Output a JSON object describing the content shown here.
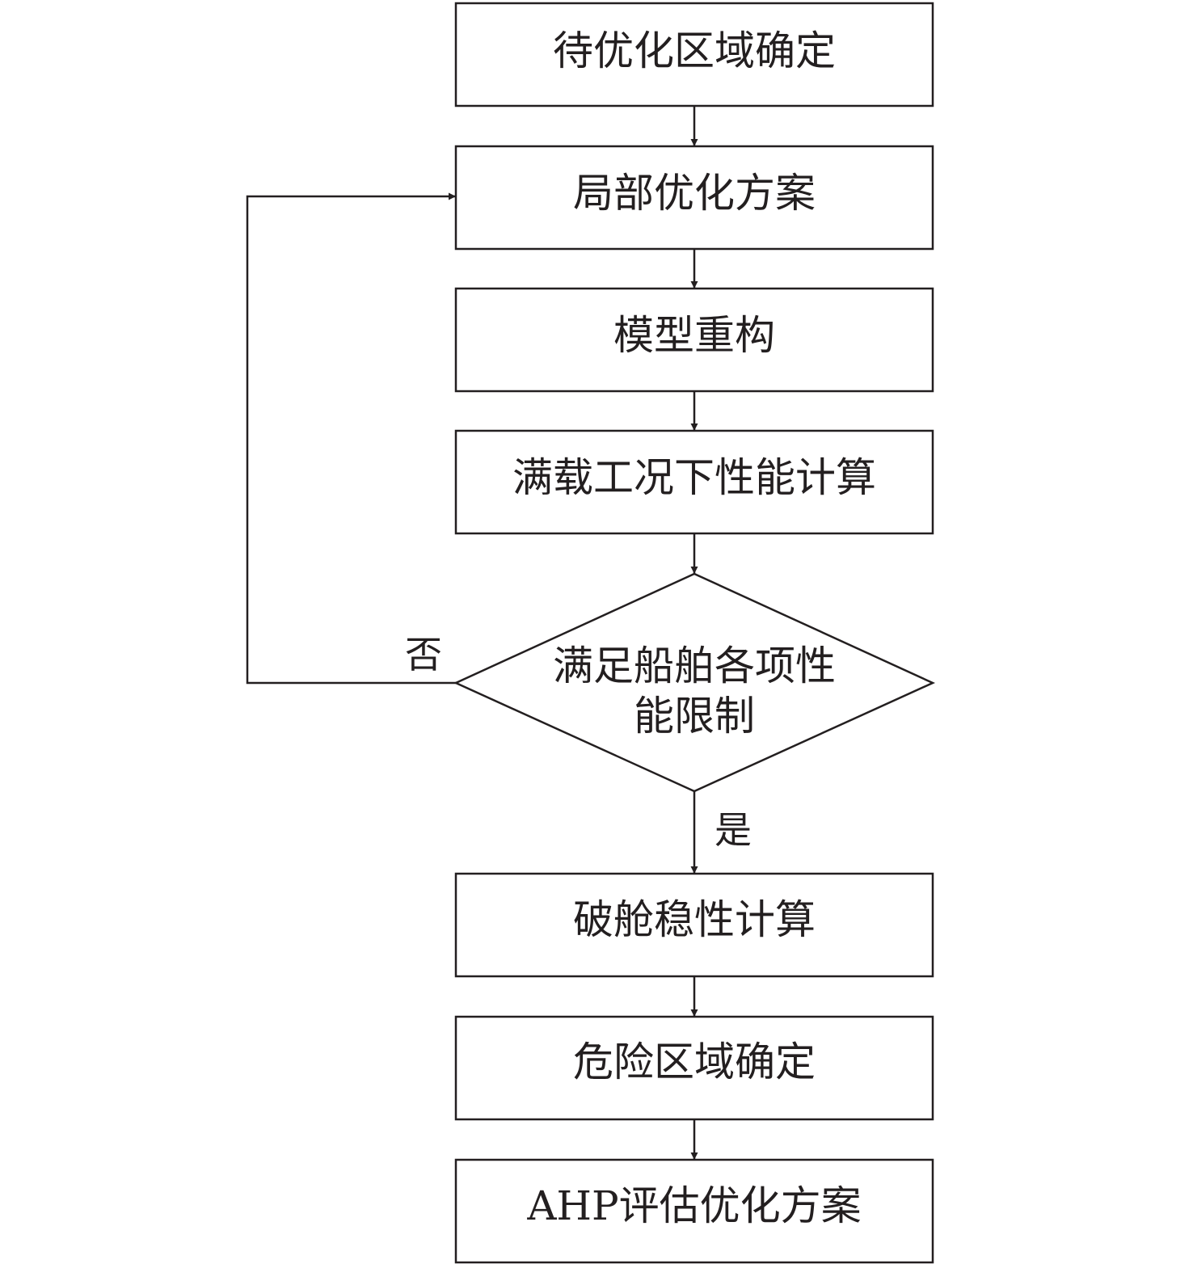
{
  "flowchart": {
    "steps": [
      {
        "id": "determine-region",
        "label": "待优化区域确定"
      },
      {
        "id": "local-plan",
        "label": "局部优化方案"
      },
      {
        "id": "model-rebuild",
        "label": "模型重构"
      },
      {
        "id": "full-load-calc",
        "label": "满载工况下性能计算"
      },
      {
        "id": "damage-stability-calc",
        "label": "破舱稳性计算"
      },
      {
        "id": "danger-region",
        "label": "危险区域确定"
      },
      {
        "id": "ahp-evaluation",
        "label": "AHP评估优化方案"
      }
    ],
    "decision": {
      "line1": "满足船舶各项性",
      "line2": "能限制"
    },
    "branches": {
      "no": "否",
      "yes": "是"
    }
  }
}
